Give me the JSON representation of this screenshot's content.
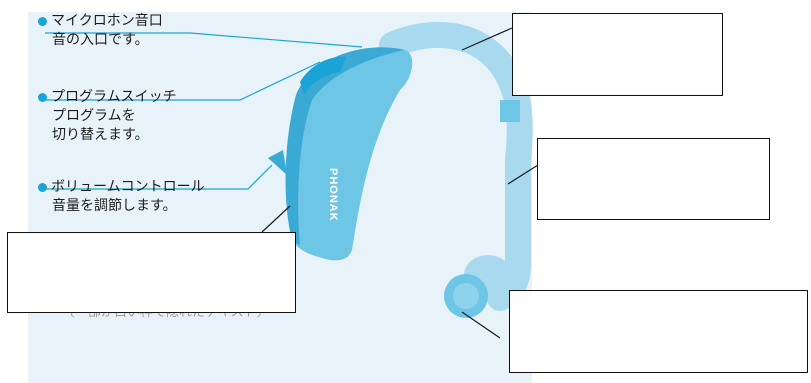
{
  "colors": {
    "background": "#e8f3f9",
    "accent": "#1aa3d6",
    "body_main": "#6ec6e6",
    "body_dark": "#3aa9d4",
    "hook": "#a8d9ef",
    "leader_line": "#1aa3d6"
  },
  "labels": [
    {
      "title": "マイクロホン音口",
      "desc": [
        "音の入口です。"
      ]
    },
    {
      "title": "プログラムスイッチ",
      "desc": [
        "プログラムを",
        "切り替えます。"
      ]
    },
    {
      "title": "ボリュームコントロール",
      "desc": [
        "音量を調節します。"
      ]
    }
  ],
  "device": {
    "brand": "PHONAK"
  },
  "boxes": [
    "",
    "",
    "",
    ""
  ],
  "hidden_caption": "〔一部が白い枠で隠れたテキスト〕"
}
